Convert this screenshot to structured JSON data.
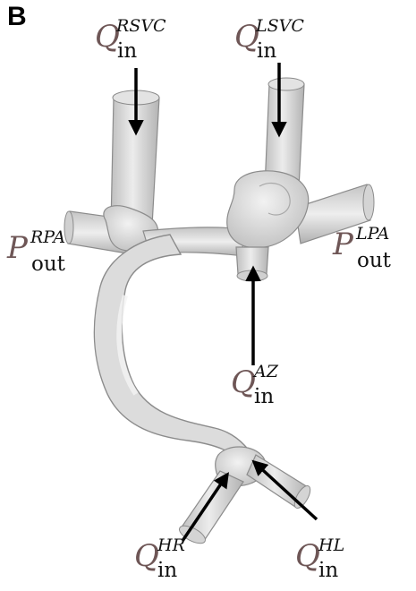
{
  "panel_label": "B",
  "colors": {
    "label_symbol": "#6e5656",
    "label_index": "#111111",
    "arrow": "#000000",
    "vessel_fill": "#d9d9d9",
    "vessel_edge": "#8c8c8c"
  },
  "labels": {
    "q_rsvc": {
      "symbol": "Q",
      "sup": "RSVC",
      "sub": "in"
    },
    "q_lsvc": {
      "symbol": "Q",
      "sup": "LSVC",
      "sub": "in"
    },
    "p_rpa": {
      "symbol": "P",
      "sup": "RPA",
      "sub": "out"
    },
    "p_lpa": {
      "symbol": "P",
      "sup": "LPA",
      "sub": "out"
    },
    "q_az": {
      "symbol": "Q",
      "sup": "AZ",
      "sub": "in"
    },
    "q_hr": {
      "symbol": "Q",
      "sup": "HR",
      "sub": "in"
    },
    "q_hl": {
      "symbol": "Q",
      "sup": "HL",
      "sub": "in"
    }
  }
}
